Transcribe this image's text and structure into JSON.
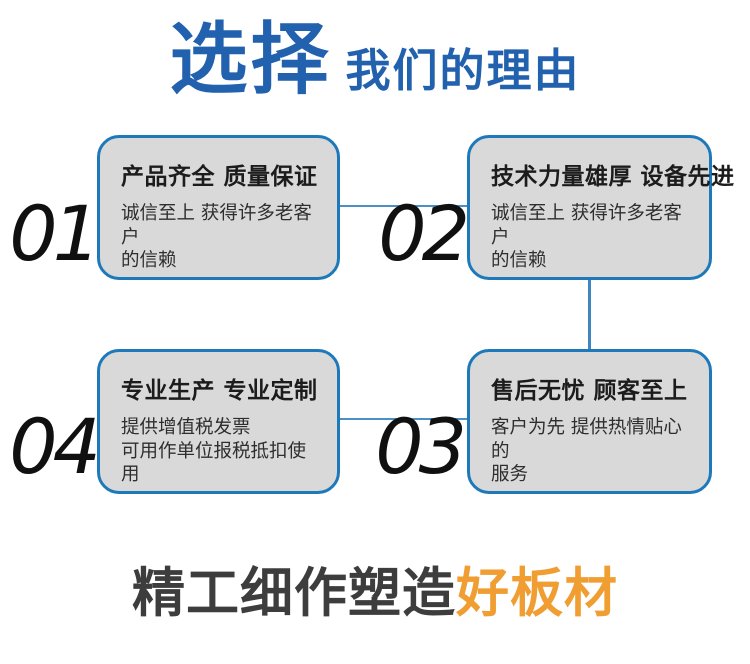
{
  "title": {
    "highlight": "选择",
    "rest": "我们的理由"
  },
  "cards": [
    {
      "number": "01",
      "title": "产品齐全 质量保证",
      "desc_lines": [
        "诚信至上 获得许多老客户",
        "的信赖"
      ]
    },
    {
      "number": "02",
      "title": "技术力量雄厚 设备先进",
      "desc_lines": [
        "诚信至上 获得许多老客户",
        "的信赖"
      ]
    },
    {
      "number": "03",
      "title": "售后无忧 顾客至上",
      "desc_lines": [
        "客户为先 提供热情贴心的",
        "服务"
      ]
    },
    {
      "number": "04",
      "title": "专业生产 专业定制",
      "desc_lines": [
        "提供增值税发票",
        "可用作单位报税抵扣使用"
      ]
    }
  ],
  "footer": {
    "normal": "精工细作塑造",
    "highlight": "好板材"
  },
  "colors": {
    "title_blue": "#2161ae",
    "card_border_blue": "#1d79ba",
    "card_bg_gray": "#d9d9d9",
    "connector_blue": "#4a90c6",
    "number_black": "#101010",
    "footer_dark": "#3d3d3d",
    "footer_orange": "#f09d32"
  }
}
